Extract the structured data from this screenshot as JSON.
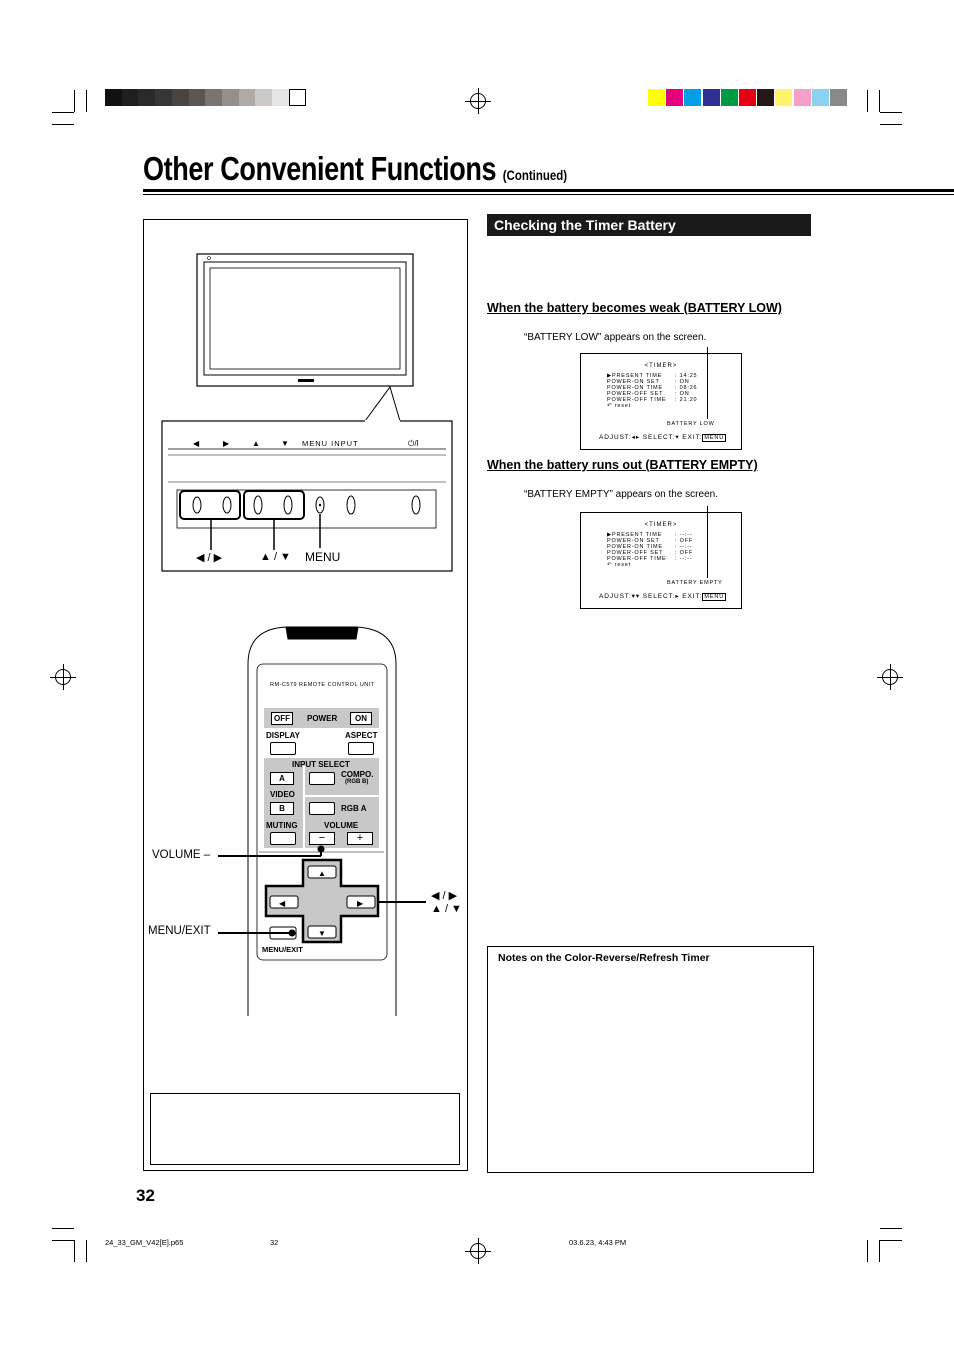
{
  "header": {
    "title": "Other Convenient Functions",
    "continued": "(Continued)"
  },
  "section": {
    "title": "Checking the Timer Battery"
  },
  "battery_low": {
    "heading": "When the battery becomes weak (BATTERY LOW)",
    "caption": "“BATTERY LOW” appears on the screen.",
    "osd": {
      "title": "<TIMER>",
      "rows": [
        {
          "label": "▶PRESENT TIME",
          "value": ": 14:25"
        },
        {
          "label": "POWER-ON SET",
          "value": ": ON"
        },
        {
          "label": "POWER-ON TIME",
          "value": ": 08:26"
        },
        {
          "label": "POWER-OFF SET",
          "value": ": ON"
        },
        {
          "label": "POWER-OFF TIME",
          "value": ": 21:20"
        },
        {
          "label": "↶ reset",
          "value": ""
        }
      ],
      "status": "BATTERY LOW",
      "footer_adjust": "ADJUST:",
      "footer_select": "SELECT:",
      "footer_exit": "EXIT:",
      "footer_menu": "MENU"
    }
  },
  "battery_empty": {
    "heading": "When the battery runs out (BATTERY EMPTY)",
    "caption": "“BATTERY EMPTY” appears on the screen.",
    "osd": {
      "title": "<TIMER>",
      "rows": [
        {
          "label": "▶PRESENT TIME",
          "value": ": --:--"
        },
        {
          "label": "POWER-ON SET",
          "value": ": OFF"
        },
        {
          "label": "POWER-ON TIME",
          "value": ": --:--"
        },
        {
          "label": "POWER-OFF SET",
          "value": ": OFF"
        },
        {
          "label": "POWER-OFF TIME",
          "value": ": --:--"
        },
        {
          "label": "↶ reset",
          "value": ""
        }
      ],
      "status": "BATTERY EMPTY",
      "footer_adjust": "ADJUST:",
      "footer_select": "SELECT:",
      "footer_exit": "EXIT:",
      "footer_menu": "MENU"
    }
  },
  "notes": {
    "heading": "Notes on the Color-Reverse/Refresh Timer"
  },
  "monitor_panel": {
    "labels": {
      "left_right": "◀ / ▶",
      "up_down": "▲ / ▼",
      "menu": "MENU"
    },
    "strip_text": "MENU INPUT"
  },
  "remote": {
    "model": "RM-C579 REMOTE CONTROL UNIT",
    "off": "OFF",
    "power": "POWER",
    "on": "ON",
    "display": "DISPLAY",
    "aspect": "ASPECT",
    "input_select": "INPUT SELECT",
    "a": "A",
    "compo": "COMPO.",
    "rgbb": "(RGB B)",
    "video": "VIDEO",
    "b": "B",
    "rgba": "RGB A",
    "muting": "MUTING",
    "volume": "VOLUME",
    "minus": "−",
    "plus": "+",
    "menu_exit_key": "MENU/EXIT",
    "callout_volume": "VOLUME –",
    "callout_menu_exit": "MENU/EXIT",
    "callout_arrows_lr": "◀ / ▶",
    "callout_arrows_ud": "▲ / ▼"
  },
  "page_number": "32",
  "footer": {
    "file": "24_33_GM_V42[E].p65",
    "page": "32",
    "date": "03.6.23, 4:43 PM"
  },
  "colors": {
    "gray_bar": [
      "#111111",
      "#1e1e1e",
      "#2a2a2a",
      "#363636",
      "#4a4440",
      "#5c5550",
      "#7a7470",
      "#958f8b",
      "#b0aaa6",
      "#ccc8c5",
      "#e8e6e4",
      "#ffffff"
    ],
    "color_bar": [
      "#ffff00",
      "#e4007f",
      "#00a0e9",
      "#2e3192",
      "#009944",
      "#e60012",
      "#231815",
      "#fff46b",
      "#f5a0c8",
      "#8ad3f0",
      "#898989"
    ]
  }
}
